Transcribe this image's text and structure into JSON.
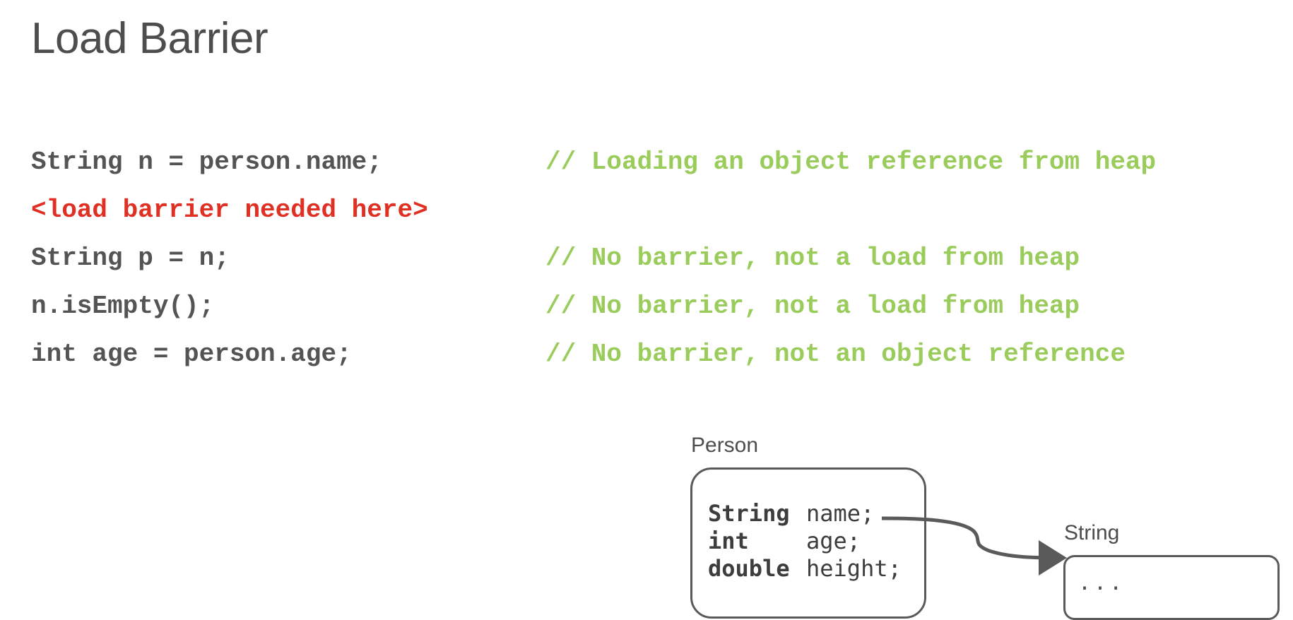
{
  "slide": {
    "title": "Load Barrier"
  },
  "code": {
    "lines": [
      {
        "code": "String n = person.name;",
        "comment": "// Loading an object reference from heap"
      },
      {
        "code": "<load barrier needed here>",
        "comment": ""
      },
      {
        "code": "String p = n;",
        "comment": "// No barrier, not a load from heap"
      },
      {
        "code": "n.isEmpty();",
        "comment": "// No barrier, not a load from heap"
      },
      {
        "code": "int age = person.age;",
        "comment": "// No barrier, not an object reference"
      }
    ]
  },
  "diagram": {
    "person": {
      "label": "Person",
      "fields": [
        {
          "type": "String",
          "name": "name;"
        },
        {
          "type": "int",
          "name": "age;"
        },
        {
          "type": "double",
          "name": "height;"
        }
      ]
    },
    "string": {
      "label": "String",
      "content": "..."
    }
  },
  "colors": {
    "code": "#545454",
    "barrier": "#e03024",
    "comment": "#9acc5c",
    "diagram_stroke": "#5a5a5a"
  }
}
